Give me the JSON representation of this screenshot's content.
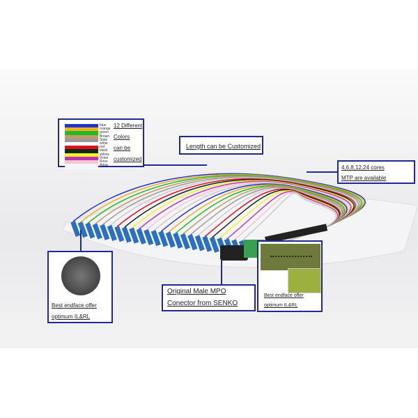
{
  "colors_box": {
    "heading": [
      "12 Different",
      "Colors",
      "can be",
      "customized"
    ],
    "items": [
      {
        "name": "blue",
        "hex": "#2233cc"
      },
      {
        "name": "orange",
        "hex": "#f0b020"
      },
      {
        "name": "green",
        "hex": "#22bb22"
      },
      {
        "name": "Brown",
        "hex": "#c49a6c"
      },
      {
        "name": "Slate",
        "hex": "#9a9a9a"
      },
      {
        "name": "white",
        "hex": "#ffffff"
      },
      {
        "name": "red",
        "hex": "#e01020"
      },
      {
        "name": "black",
        "hex": "#0a2a1a"
      },
      {
        "name": "yellow",
        "hex": "#f6f020"
      },
      {
        "name": "Violet",
        "hex": "#bb33bb"
      },
      {
        "name": "Rose",
        "hex": "#f5c8d0"
      },
      {
        "name": "Aqua",
        "hex": "#f4f4ff"
      }
    ]
  },
  "length_label": "Length can be Customized",
  "mtp_label": [
    "4,6,8,12,24 cores",
    "MTP are available"
  ],
  "left_endface": [
    "Best endface offer",
    "optimum IL&RL"
  ],
  "mpo_label": [
    "Original Male MPO",
    "Conector  from SENKO"
  ],
  "right_endface": [
    "Best endface offer",
    "optimum IL&RL"
  ],
  "accent": "#1f2a8c"
}
